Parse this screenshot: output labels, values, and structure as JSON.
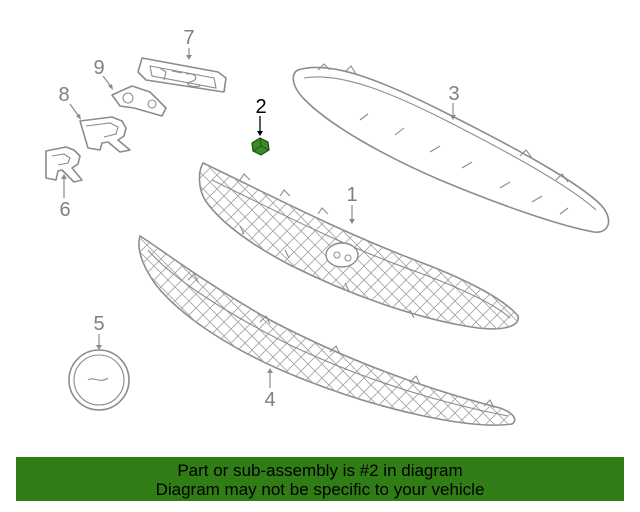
{
  "callouts": {
    "c1": "1",
    "c2": "2",
    "c3": "3",
    "c4": "4",
    "c5": "5",
    "c6": "6",
    "c7": "7",
    "c8": "8",
    "c9": "9"
  },
  "banner": {
    "line1": "Part or sub-assembly is #2 in diagram",
    "line2": "Diagram may not be specific to your vehicle"
  },
  "colors": {
    "highlight_part": "#3a8a2a",
    "banner_background": "#2f7d14"
  }
}
